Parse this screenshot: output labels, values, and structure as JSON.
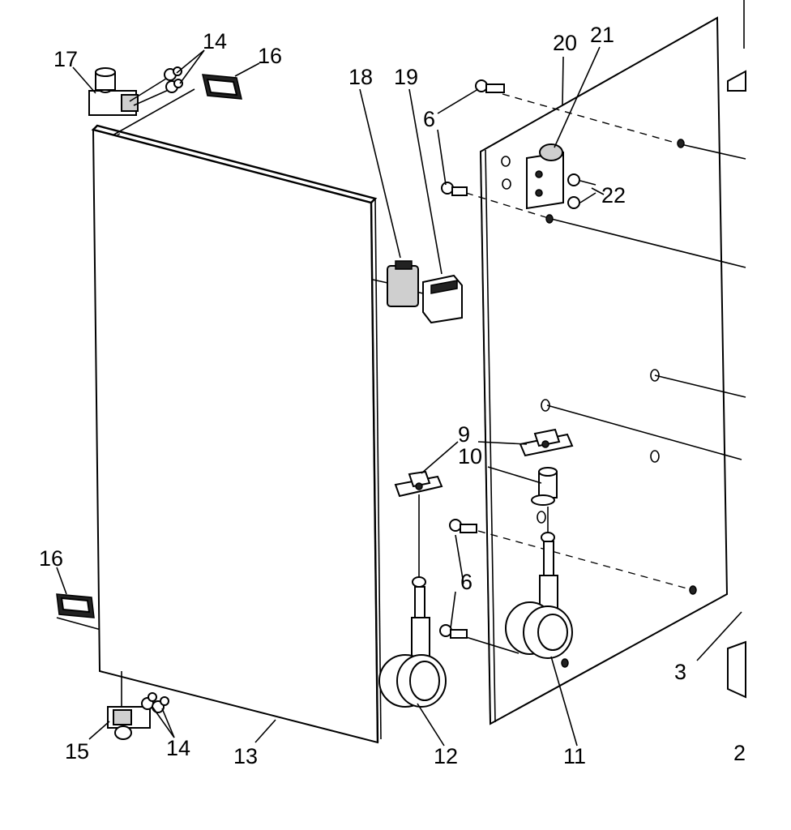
{
  "labels": {
    "p3": "3",
    "p6a": "6",
    "p6b": "6",
    "p9": "9",
    "p10": "10",
    "p11": "11",
    "p12": "12",
    "p13": "13",
    "p14a": "14",
    "p14b": "14",
    "p15": "15",
    "p16a": "16",
    "p16b": "16",
    "p17": "17",
    "p18": "18",
    "p19": "19",
    "p20": "20",
    "p21": "21",
    "p22": "22",
    "p2": "2"
  }
}
